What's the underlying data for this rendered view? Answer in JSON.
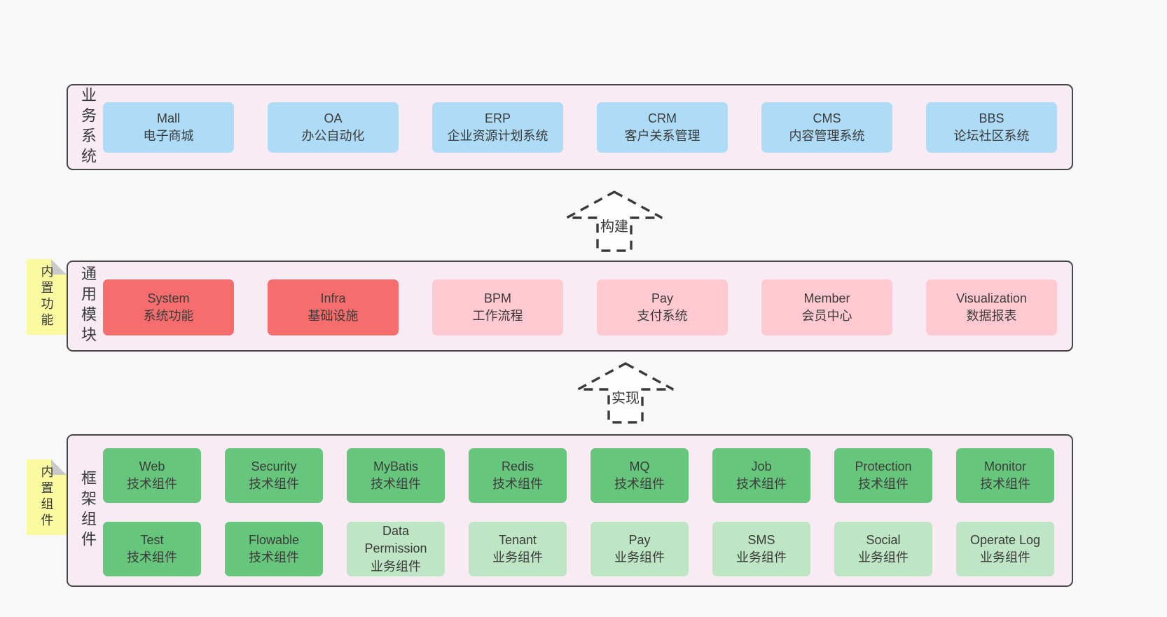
{
  "colors": {
    "page_bg": "#f8f8f8",
    "layer_bg": "#f8ebf3",
    "layer_border": "#474747",
    "text": "#3b3b3b",
    "blue": "#aedcf6",
    "red": "#f56d6d",
    "pink": "#ffc9d1",
    "green_dark": "#66c67c",
    "green_light": "#bee5c4",
    "sticky": "#fafaa0",
    "sticky_fold": "#c9c9c9",
    "arrow_stroke": "#3a3a3a",
    "arrow_fill": "#fdfdfd"
  },
  "layers": [
    {
      "side_label": "业务系统",
      "rows": [
        [
          {
            "title": "Mall",
            "subtitle": "电子商城",
            "variant": "blue"
          },
          {
            "title": "OA",
            "subtitle": "办公自动化",
            "variant": "blue"
          },
          {
            "title": "ERP",
            "subtitle": "企业资源计划系统",
            "variant": "blue"
          },
          {
            "title": "CRM",
            "subtitle": "客户关系管理",
            "variant": "blue"
          },
          {
            "title": "CMS",
            "subtitle": "内容管理系统",
            "variant": "blue"
          },
          {
            "title": "BBS",
            "subtitle": "论坛社区系统",
            "variant": "blue"
          }
        ]
      ]
    },
    {
      "side_label": "通用模块",
      "sticky": "内置功能",
      "rows": [
        [
          {
            "title": "System",
            "subtitle": "系统功能",
            "variant": "red"
          },
          {
            "title": "Infra",
            "subtitle": "基础设施",
            "variant": "red"
          },
          {
            "title": "BPM",
            "subtitle": "工作流程",
            "variant": "pink"
          },
          {
            "title": "Pay",
            "subtitle": "支付系统",
            "variant": "pink"
          },
          {
            "title": "Member",
            "subtitle": "会员中心",
            "variant": "pink"
          },
          {
            "title": "Visualization",
            "subtitle": "数据报表",
            "variant": "pink"
          }
        ]
      ]
    },
    {
      "side_label": "框架组件",
      "sticky": "内置组件",
      "rows": [
        [
          {
            "title": "Web",
            "subtitle": "技术组件",
            "variant": "green_dark"
          },
          {
            "title": "Security",
            "subtitle": "技术组件",
            "variant": "green_dark"
          },
          {
            "title": "MyBatis",
            "subtitle": "技术组件",
            "variant": "green_dark"
          },
          {
            "title": "Redis",
            "subtitle": "技术组件",
            "variant": "green_dark"
          },
          {
            "title": "MQ",
            "subtitle": "技术组件",
            "variant": "green_dark"
          },
          {
            "title": "Job",
            "subtitle": "技术组件",
            "variant": "green_dark"
          },
          {
            "title": "Protection",
            "subtitle": "技术组件",
            "variant": "green_dark"
          },
          {
            "title": "Monitor",
            "subtitle": "技术组件",
            "variant": "green_dark"
          }
        ],
        [
          {
            "title": "Test",
            "subtitle": "技术组件",
            "variant": "green_dark"
          },
          {
            "title": "Flowable",
            "subtitle": "技术组件",
            "variant": "green_dark"
          },
          {
            "title": "Data Permission",
            "subtitle": "业务组件",
            "variant": "green_light"
          },
          {
            "title": "Tenant",
            "subtitle": "业务组件",
            "variant": "green_light"
          },
          {
            "title": "Pay",
            "subtitle": "业务组件",
            "variant": "green_light"
          },
          {
            "title": "SMS",
            "subtitle": "业务组件",
            "variant": "green_light"
          },
          {
            "title": "Social",
            "subtitle": "业务组件",
            "variant": "green_light"
          },
          {
            "title": "Operate Log",
            "subtitle": "业务组件",
            "variant": "green_light"
          }
        ]
      ]
    }
  ],
  "arrows": [
    {
      "label": "构建"
    },
    {
      "label": "实现"
    }
  ]
}
